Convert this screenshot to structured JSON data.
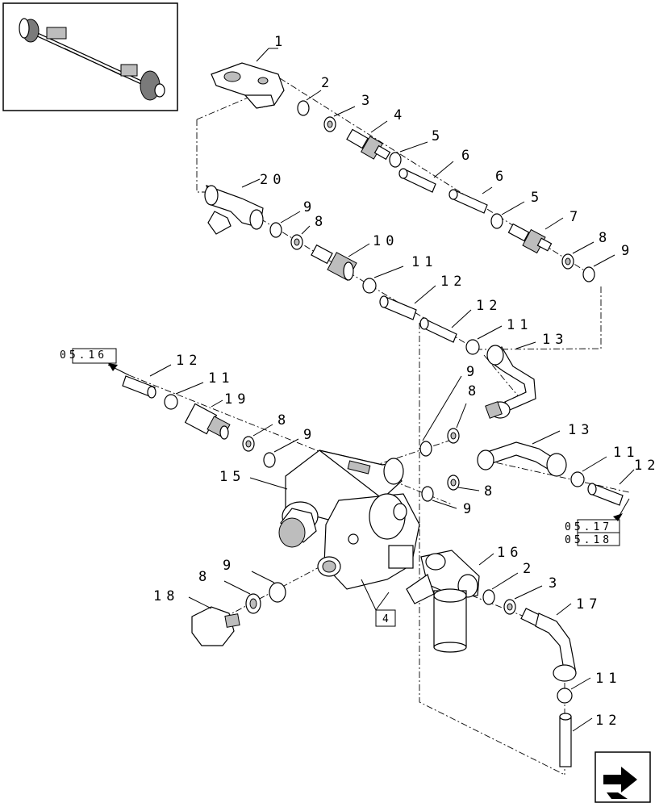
{
  "callouts": {
    "c1": "1",
    "c2a": "2",
    "c3a": "3",
    "c4": "4",
    "c5a": "5",
    "c6a": "6",
    "c6b": "6",
    "c5b": "5",
    "c7": "7",
    "c8a": "8",
    "c9a": "9",
    "c20": "20",
    "c9b": "9",
    "c8b": "8",
    "c10": "10",
    "c11a": "11",
    "c12a": "12",
    "c12b": "12",
    "c11b": "11",
    "c13a": "13",
    "c12c": "12",
    "c11c": "11",
    "c19": "19",
    "c8c": "8",
    "c9c": "9",
    "c9d": "9",
    "c8d": "8",
    "c13b": "13",
    "c11d": "11",
    "c12d": "12",
    "c15": "15",
    "c8e": "8",
    "c9e": "9",
    "c16": "16",
    "c2b": "2",
    "c3b": "3",
    "c17": "17",
    "c9f": "9",
    "c8f": "8",
    "c18": "18",
    "c11e": "11",
    "c12e": "12"
  },
  "references": {
    "ref_0516": "05.16",
    "ref_0517": "05.17",
    "ref_0518": "05.18",
    "ref_4": "4"
  },
  "icons": {
    "thumbnail": "axle-thumbnail-icon",
    "navigation": "navigation-arrow-icon"
  }
}
